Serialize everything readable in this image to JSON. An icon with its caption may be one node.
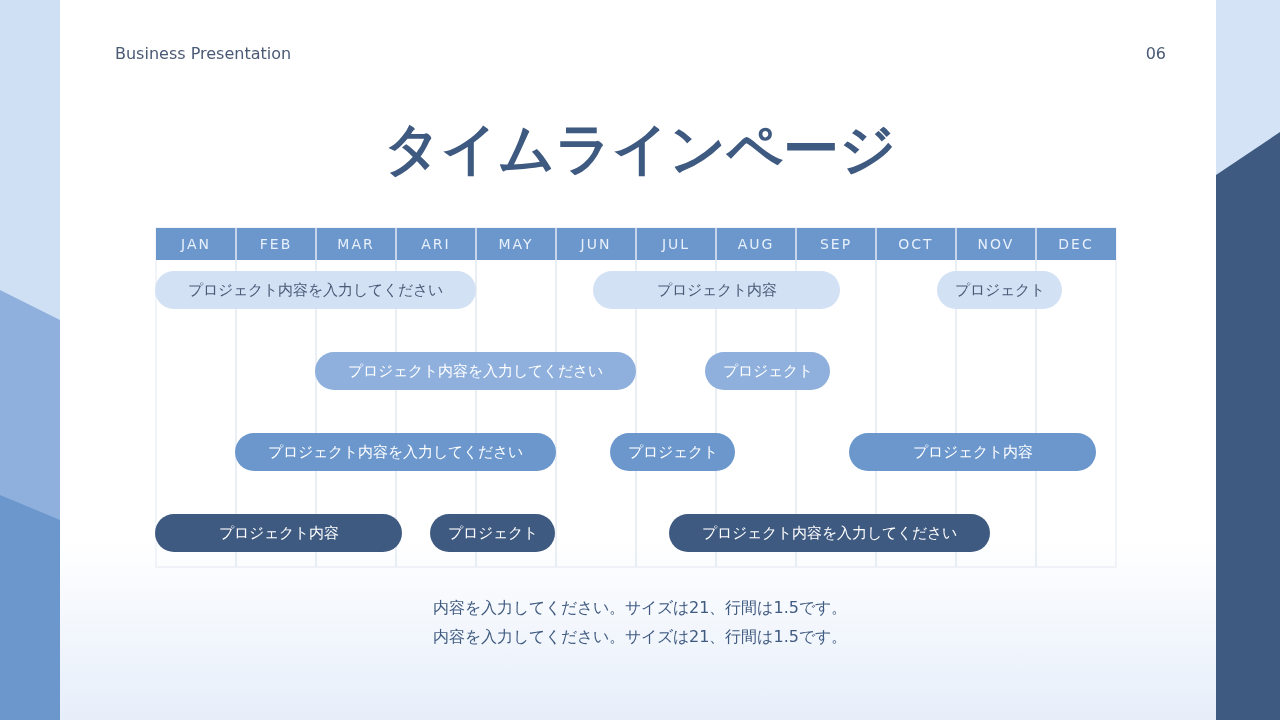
{
  "diagram": {
    "title": "タイムラインページ",
    "nodes": [
      {
        "text": [
          "プロジェクト内容を入力してください"
        ]
      },
      {
        "text": [
          "プロジェクト内容"
        ]
      },
      {
        "text": [
          "プロジェクト"
        ]
      },
      {
        "text": [
          "プロジェクト内容を入力してください"
        ]
      },
      {
        "text": [
          "プロジェクト"
        ]
      },
      {
        "text": [
          "プロジェクト内容を入力してください"
        ]
      },
      {
        "text": [
          "プロジェクト"
        ]
      },
      {
        "text": [
          "プロジェクト内容"
        ]
      },
      {
        "text": [
          "プロジェクト内容"
        ]
      },
      {
        "text": [
          "プロジェクト"
        ]
      },
      {
        "text": [
          "プロジェクト内容を入力してください"
        ]
      }
    ],
    "labels": [
      "Business Presentation",
      "06",
      "JAN",
      "FEB",
      "MAR",
      "ARI",
      "MAY",
      "JUN",
      "JUL",
      "AUG",
      "SEP",
      "OCT",
      "NOV",
      "DEC",
      "内容を入力してください。サイズは21、行間は1.5です。",
      "内容を入力してください。サイズは21、行間は1.5です。"
    ]
  }
}
